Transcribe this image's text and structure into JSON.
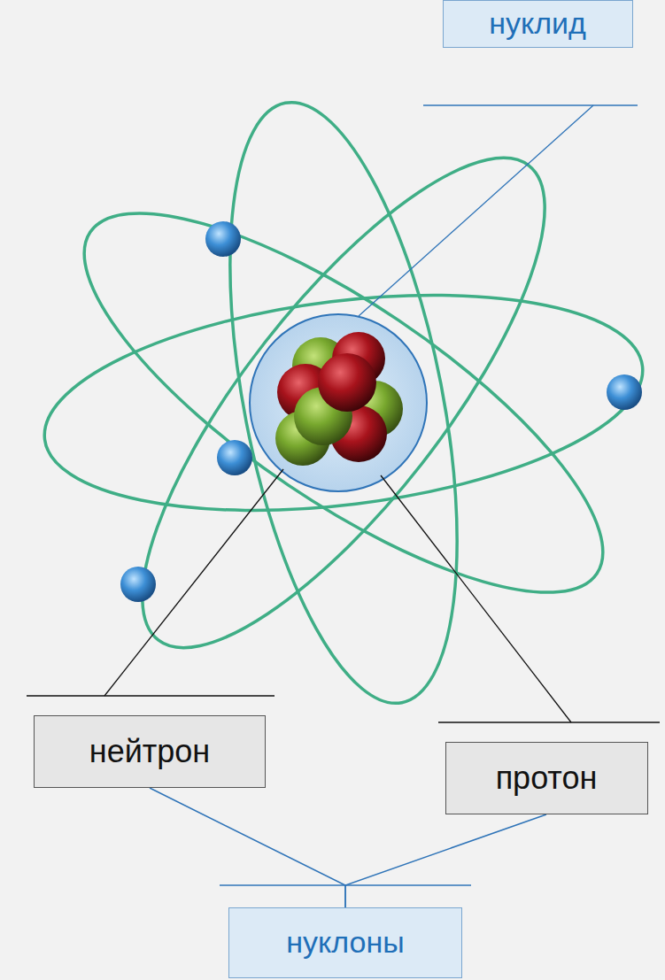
{
  "diagram": {
    "nodes": [
      {
        "text": [
          "нуклид"
        ]
      },
      {
        "text": [
          "нейтрон"
        ]
      },
      {
        "text": [
          "протон"
        ]
      },
      {
        "text": [
          "нуклоны"
        ]
      }
    ],
    "edges": [
      {
        "from": 1,
        "to": 3,
        "arrow": "none"
      },
      {
        "from": 2,
        "to": 3,
        "arrow": "none"
      }
    ]
  }
}
